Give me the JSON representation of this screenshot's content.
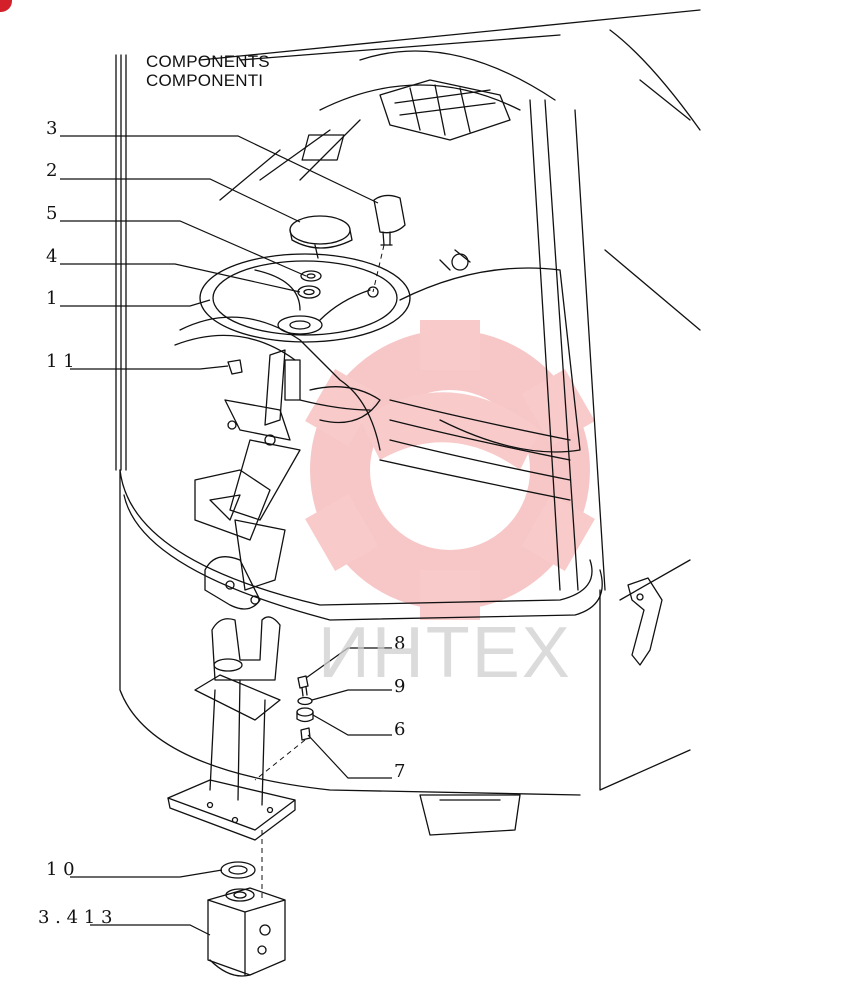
{
  "title": {
    "line1": "COMPONENTS",
    "line2": "COMPONENTI"
  },
  "callouts": [
    {
      "id": "3",
      "text": "3"
    },
    {
      "id": "2",
      "text": "2"
    },
    {
      "id": "5",
      "text": "5"
    },
    {
      "id": "4",
      "text": "4"
    },
    {
      "id": "1",
      "text": "1"
    },
    {
      "id": "11",
      "text": "1 1"
    },
    {
      "id": "8",
      "text": "8"
    },
    {
      "id": "9",
      "text": "9"
    },
    {
      "id": "6",
      "text": "6"
    },
    {
      "id": "7",
      "text": "7"
    },
    {
      "id": "10",
      "text": "1 0"
    },
    {
      "id": "3413",
      "text": "3 . 4 1 3"
    }
  ],
  "watermark": {
    "text": "ИНТЕХ",
    "color": "#e8202a"
  },
  "colors": {
    "line": "#111111",
    "watermark_red": "#f08a8a",
    "badge": "#d3202a"
  }
}
